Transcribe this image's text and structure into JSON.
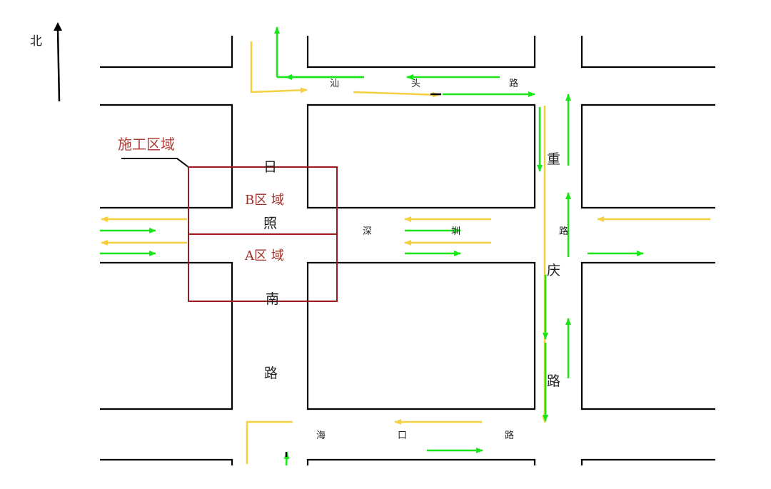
{
  "map": {
    "north_label": "北",
    "construction_label": "施工区域",
    "zone_b_label": "B区 域",
    "zone_a_label": "A区 域",
    "roads": {
      "shantou": [
        "汕",
        "头",
        "路"
      ],
      "rizhaonan": [
        "日",
        "照",
        "南",
        "路"
      ],
      "shenzhen": [
        "深",
        "圳",
        "路"
      ],
      "chongqing": [
        "重",
        "庆",
        "路"
      ],
      "haikou": [
        "海",
        "口",
        "路"
      ]
    },
    "colors": {
      "block_outline": "#000000",
      "work_zone": "#9b1b1b",
      "green_arrow": "#19e619",
      "yellow_arrow": "#f4d03f"
    }
  }
}
